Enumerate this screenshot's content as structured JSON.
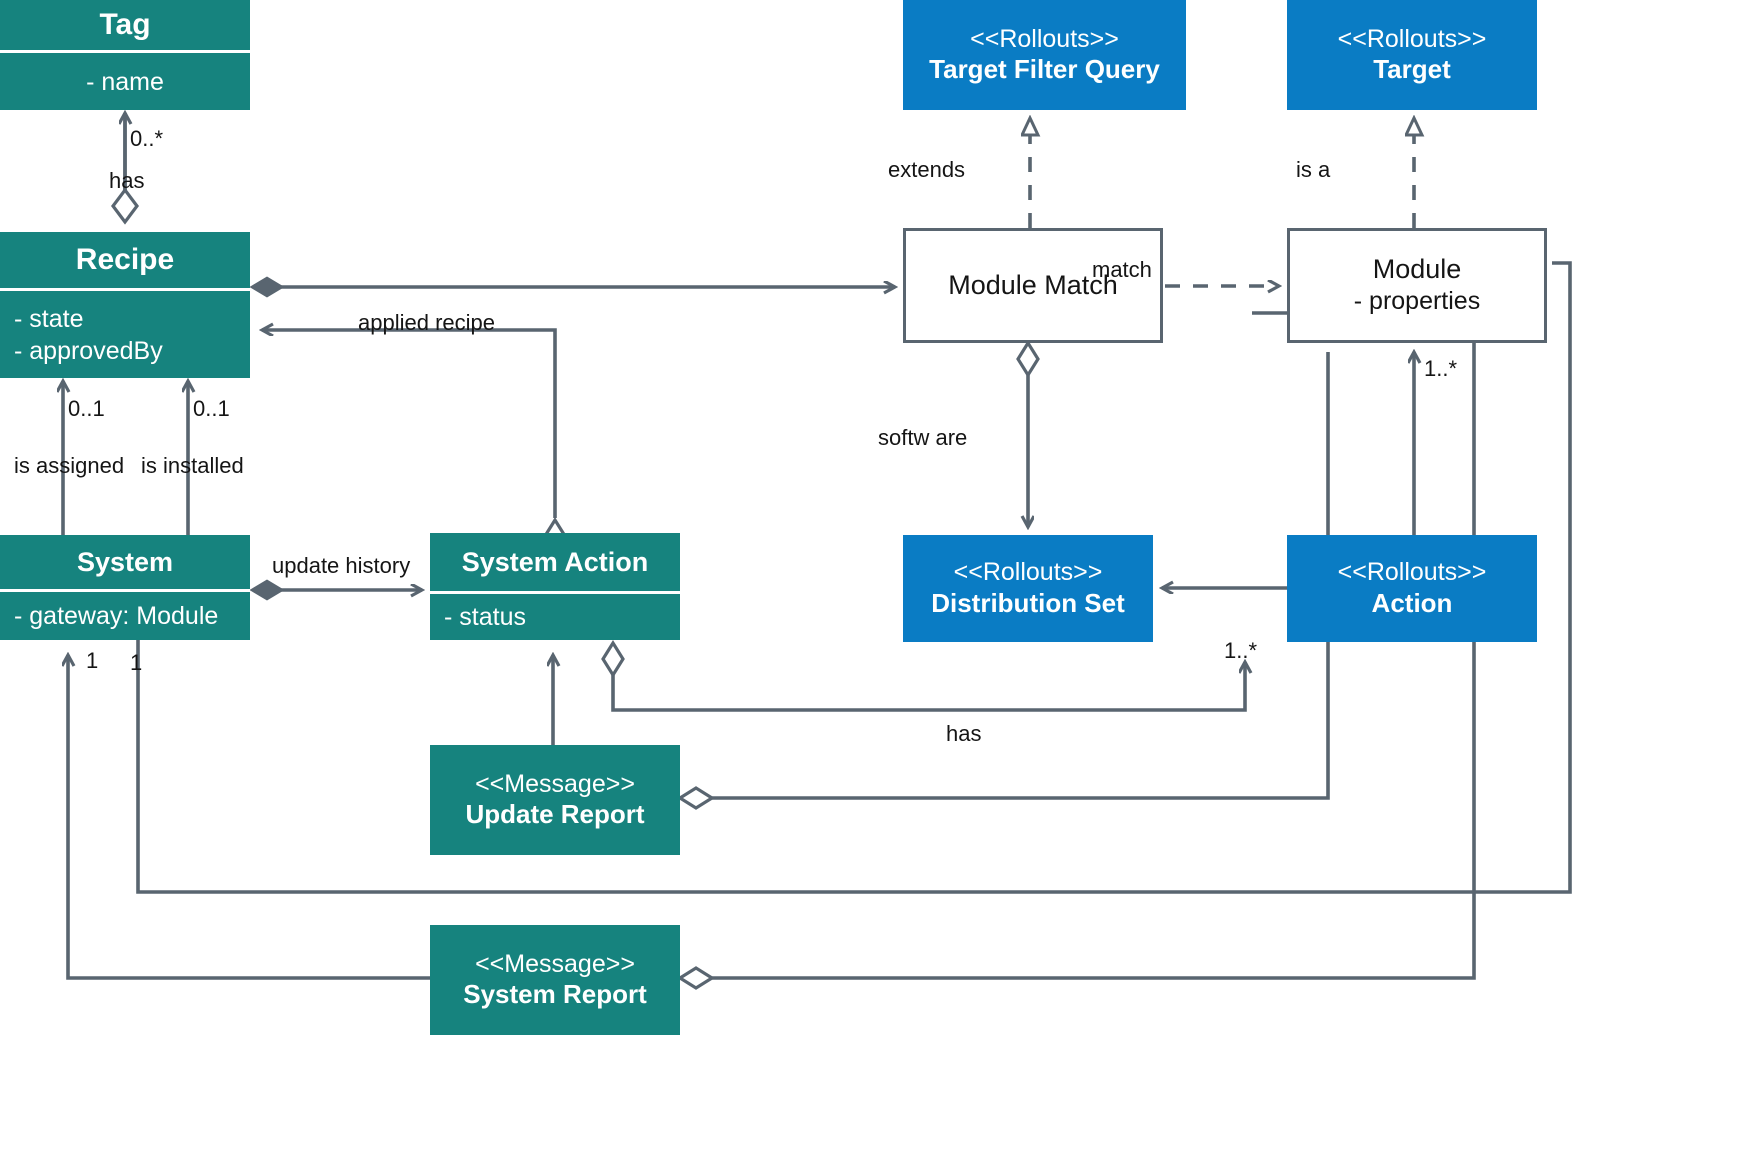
{
  "diagram": {
    "type": "uml-class-diagram",
    "colors": {
      "teal": "#16837E",
      "blue": "#0A7CC4",
      "line": "#596570",
      "plain_fill": "#FFFFFF",
      "text_dark": "#151515",
      "text_light": "#FFFFFF"
    }
  },
  "nodes": {
    "tag": {
      "name": "Tag",
      "stereotype": "",
      "attrs": [
        "- name"
      ]
    },
    "recipe": {
      "name": "Recipe",
      "stereotype": "",
      "attrs": [
        "- state",
        "- approvedBy"
      ]
    },
    "system": {
      "name": "System",
      "stereotype": "",
      "attrs": [
        "- gateway: Module"
      ]
    },
    "system_action": {
      "name": "System Action",
      "stereotype": "",
      "attrs": [
        "- status"
      ]
    },
    "update_report": {
      "name": "Update Report",
      "stereotype": "<<Message>>",
      "attrs": []
    },
    "system_report": {
      "name": "System Report",
      "stereotype": "<<Message>>",
      "attrs": []
    },
    "target_filter_query": {
      "name": "Target Filter Query",
      "stereotype": "<<Rollouts>>",
      "attrs": []
    },
    "target": {
      "name": "Target",
      "stereotype": "<<Rollouts>>",
      "attrs": []
    },
    "distribution_set": {
      "name": "Distribution Set",
      "stereotype": "<<Rollouts>>",
      "attrs": []
    },
    "action": {
      "name": "Action",
      "stereotype": "<<Rollouts>>",
      "attrs": []
    },
    "module_match": {
      "name": "Module Match",
      "stereotype": "",
      "attrs": []
    },
    "module": {
      "name": "Module",
      "stereotype": "",
      "attrs": [
        "- properties"
      ]
    }
  },
  "edge_labels": {
    "tag_has": "has",
    "tag_mult": "0..*",
    "is_assigned": "is assigned",
    "is_assigned_mult": "0..1",
    "is_installed": "is installed",
    "is_installed_mult": "0..1",
    "applied_recipe": "applied recipe",
    "update_history": "update history",
    "extends": "extends",
    "is_a": "is a",
    "match": "match",
    "software": "softw are",
    "action_has": "has",
    "action_mult": "1..*",
    "module_mult": "1..*",
    "system_mult_left": "1",
    "system_mult_right": "1"
  }
}
